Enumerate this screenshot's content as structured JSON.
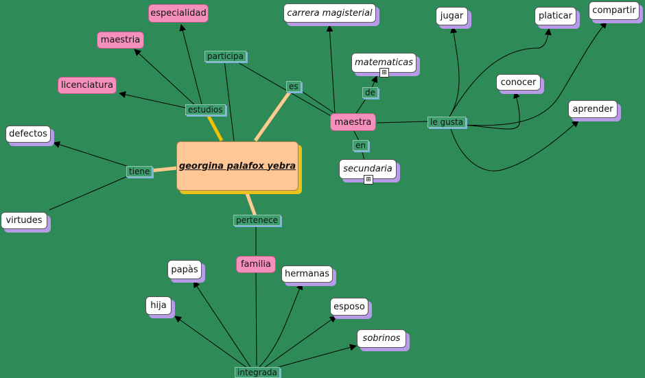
{
  "central": "georgina palafox yebra ",
  "concepts": {
    "especialidad": "especialidad",
    "maestria": "maestria",
    "licenciatura": "licenciatura",
    "defectos": "defectos",
    "virtudes": "virtudes",
    "carrera_magisterial": "carrera magisterial",
    "matematicas": "matematicas",
    "maestra": "maestra",
    "secundaria": "secundaria",
    "jugar": "jugar",
    "platicar": "platicar",
    "compartir": "compartir",
    "conocer": "conocer",
    "aprender": "aprender",
    "familia": "familia",
    "papas": "papàs",
    "hija": "hija",
    "hermanas": "hermanas",
    "esposo": "esposo",
    "sobrinos": "sobrinos"
  },
  "links": {
    "participa": "participa",
    "es": "es",
    "estudios": "estudios",
    "tiene": "tiene",
    "pertenece": "pertenece",
    "de": "de",
    "en": "en",
    "le_gusta": "le gusta",
    "integrada": "integrada"
  },
  "colors": {
    "background": "#2e8b57",
    "concept_pink": "#f58fbc",
    "concept_white": "#ffffff",
    "central_fill": "#ffc796",
    "thick_link": "#ffc98f",
    "thick_link_gold": "#f2c200",
    "shadow_purple": "#b79ae8"
  },
  "icons": {
    "resource": "cmap-resource-icon"
  }
}
